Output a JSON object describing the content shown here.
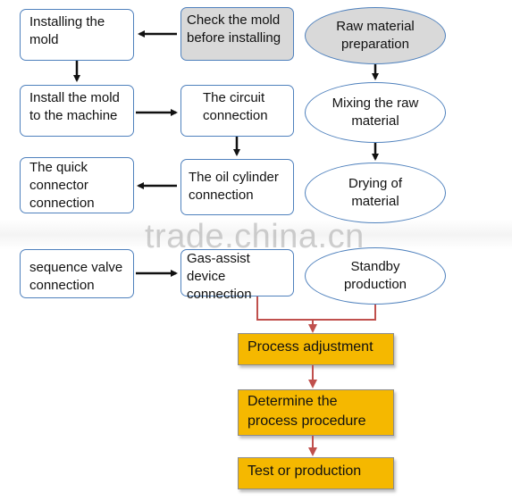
{
  "watermark": "trade.china.cn",
  "boxes": {
    "installing_mold": "Installing the mold",
    "check_mold": "Check the mold before installing",
    "install_machine": "Install the mold to the machine",
    "circuit": "The circuit connection",
    "quick_connector": "The quick connector connection",
    "oil_cylinder": "The oil cylinder connection",
    "sequence_valve": "sequence valve connection",
    "gas_assist": "Gas-assist device connection"
  },
  "ellipses": {
    "raw_material": "Raw material preparation",
    "mixing": "Mixing the raw material",
    "drying": "Drying of material",
    "standby": "Standby production"
  },
  "process": {
    "adjustment": "Process adjustment",
    "determine": "Determine the process procedure",
    "test": "Test or production"
  },
  "colors": {
    "box_border": "#4f81bd",
    "grey_fill": "#d9d9d9",
    "process_fill": "#f5b800",
    "connector_red": "#c0504d"
  }
}
